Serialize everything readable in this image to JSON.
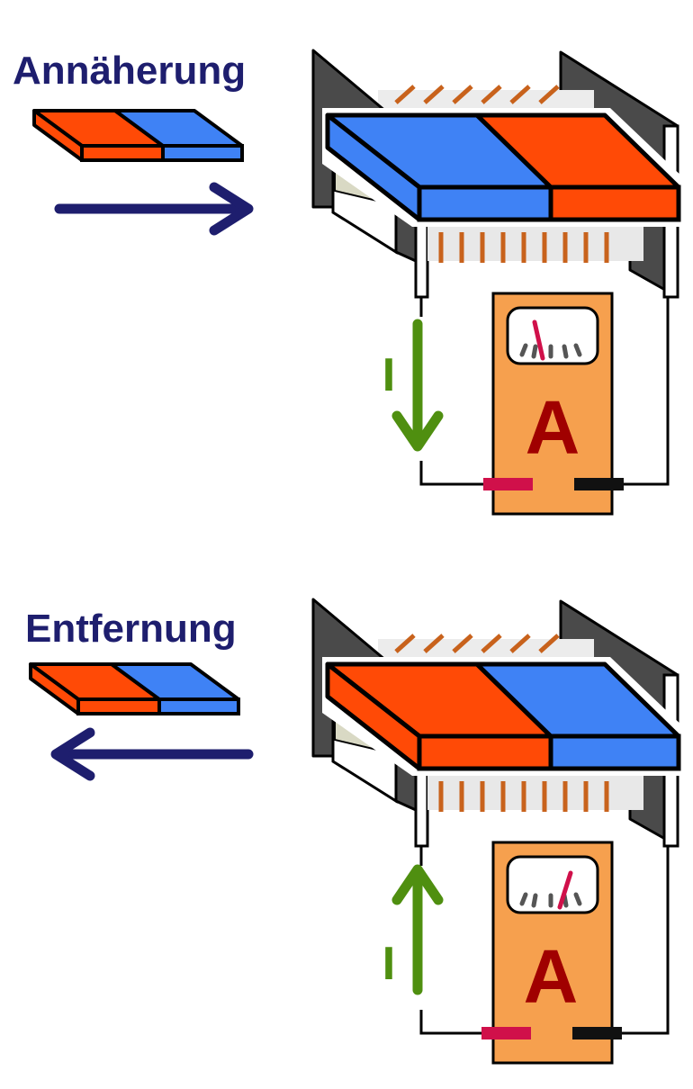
{
  "colors": {
    "north": "#3f82f5",
    "south": "#ff4a06",
    "arrow": "#1e1e6e",
    "current": "#4f8f10",
    "coil": "#c8621c",
    "frame": "#4a4a4a",
    "meter": "#f6a04e",
    "meter_letter": "#a00000",
    "needle": "#d0104a",
    "terminal_red": "#d0104a",
    "terminal_black": "#111111"
  },
  "panels": [
    {
      "title": "Annäherung",
      "motion": "toward-coil",
      "magnet_order": [
        "south",
        "north"
      ],
      "core_order": [
        "north",
        "south"
      ],
      "current_label": "I",
      "current_direction": "down",
      "meter_label": "A",
      "needle": "left"
    },
    {
      "title": "Entfernung",
      "motion": "away-from-coil",
      "magnet_order": [
        "south",
        "north"
      ],
      "core_order": [
        "south",
        "north"
      ],
      "current_label": "I",
      "current_direction": "up",
      "meter_label": "A",
      "needle": "right"
    }
  ]
}
